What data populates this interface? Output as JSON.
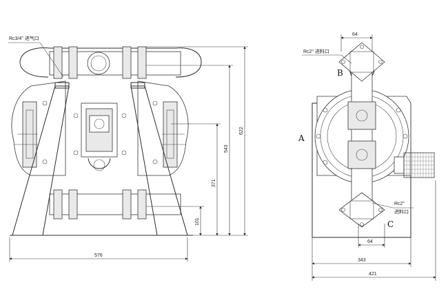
{
  "front_view": {
    "callout": "Rc3/4\" 进气口",
    "dim_width": "576",
    "dim_height_total": "622",
    "dim_height_mid": "543",
    "dim_height_inner": "371",
    "dim_height_low": "101"
  },
  "side_view": {
    "callout_top": "Rc2\" 进料口",
    "callout_bottom_a": "Rc2\"",
    "callout_bottom_b": "进料口",
    "dim_top": "64",
    "dim_bottom": "64",
    "dim_width_inner": "343",
    "dim_width_outer": "421",
    "label_a": "A",
    "label_b": "B",
    "label_c": "C"
  }
}
